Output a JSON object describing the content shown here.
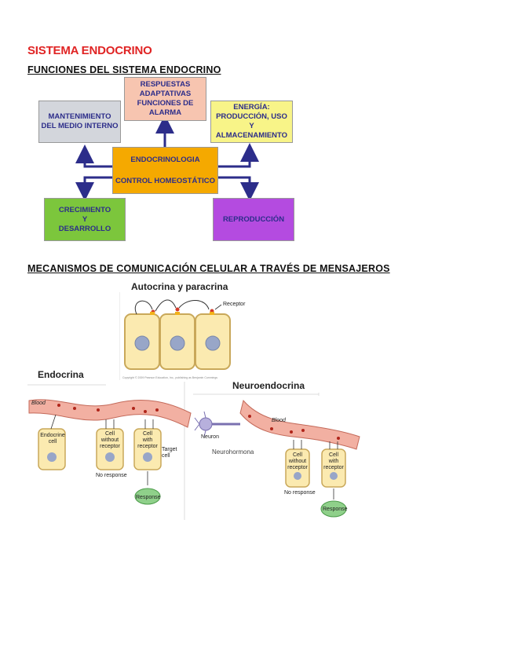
{
  "title": "SISTEMA ENDOCRINO",
  "section1": {
    "heading": "FUNCIONES DEL SISTEMA ENDOCRINO",
    "center": {
      "line1": "ENDOCRINOLOGIA",
      "line2": "CONTROL HOMEOSTÁTICO"
    },
    "boxes": {
      "mantenimiento": "MANTENIMIENTO\nDEL MEDIO INTERNO",
      "respuestas": "RESPUESTAS\nADAPTATIVAS\nFUNCIONES DE\nALARMA",
      "energia": "ENERGÍA:\nPRODUCCIÓN, USO\nY ALMACENAMIENTO",
      "crecimiento": "CRECIMIENTO\nY\nDESARROLLO",
      "reproduccion": "REPRODUCCIÓN"
    },
    "colors": {
      "mantenimiento": "#d3d6dc",
      "respuestas": "#f7c5b0",
      "energia": "#f8f488",
      "center": "#f5a900",
      "crecimiento": "#7cc63c",
      "reproduccion": "#b44be0",
      "arrow": "#2c2d8a"
    }
  },
  "section2": {
    "heading": "MECANISMOS DE COMUNICACIÓN CELULAR A TRAVÉS DE MENSAJEROS",
    "autocrina": {
      "title": "Autocrina y paracrina",
      "receptor": "Receptor",
      "copyright": "Copyright © 2009 Pearson Education, Inc., publishing as Benjamin Cummings"
    },
    "endocrina": {
      "title": "Endocrina",
      "blood": "Blood",
      "cell1": "Endocrine\ncell",
      "cell2": "Cell\nwithout\nreceptor",
      "cell3": "Cell\nwith\nreceptor",
      "target": "Target\ncell",
      "noresponse": "No response",
      "response": "Response"
    },
    "neuroendocrina": {
      "title": "Neuroendocrina",
      "blood": "Blood",
      "neuron": "Neuron",
      "neurohormona": "Neurohormona",
      "cell1": "Cell\nwithout\nreceptor",
      "cell2": "Cell\nwith\nreceptor",
      "noresponse": "No response",
      "response": "Response"
    }
  }
}
